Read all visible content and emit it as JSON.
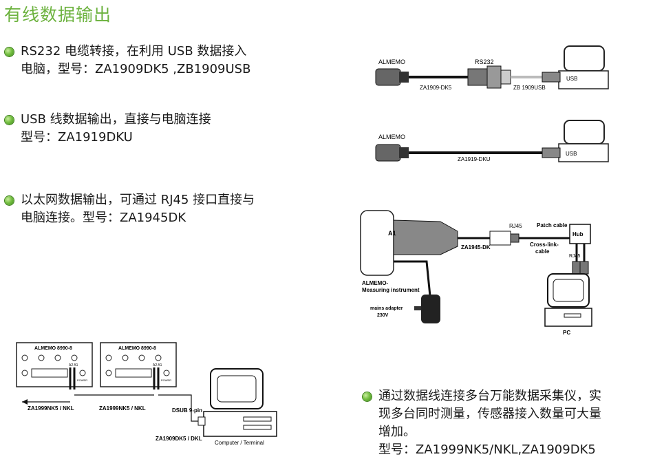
{
  "title": "有线数据输出",
  "items": [
    {
      "lines": [
        "RS232 电缆转接，在利用 USB 数据接入",
        "电脑，型号：ZA1909DK5 ,ZB1909USB"
      ]
    },
    {
      "lines": [
        "USB 线数据输出，直接与电脑连接",
        "型号：ZA1919DKU"
      ]
    },
    {
      "lines": [
        "以太网数据输出，可通过 RJ45 接口直接与",
        "电脑连接。型号：ZA1945DK"
      ]
    },
    {
      "lines": [
        "通过数据线连接多台万能数据采集仪，实",
        "现多台同时测量，传感器接入数量可大量",
        "增加。",
        "型号：ZA1999NK5/NKL,ZA1909DK5"
      ]
    }
  ],
  "fig1": {
    "almemo": "ALMEMO",
    "rs232": "RS232",
    "cable1": "ZA1909-DK5",
    "cable2": "ZB 1909USB",
    "usb": "USB"
  },
  "fig2": {
    "almemo": "ALMEMO",
    "cable": "ZA1919-DKU",
    "usb": "USB"
  },
  "fig3": {
    "a1": "A1",
    "cable": "ZA1945-DK",
    "rj45_top": "RJ45",
    "patch": "Patch cable",
    "hub": "Hub",
    "cross1": "Cross-link-",
    "cross2": "cable",
    "rj45_side": "RJ45",
    "instr1": "ALMEMO-",
    "instr2": "Measuring instrument",
    "adapter1": "mains adapter",
    "adapter2": "230V",
    "pc": "PC"
  },
  "fig4": {
    "dev1": "ALMEMO 8990-8",
    "dev2": "ALMEMO 8990-8",
    "port": "A2  A1",
    "power": "POWER",
    "cable1": "ZA1999NK5 / NKL",
    "cable2": "ZA1999NK5 / NKL",
    "dsub": "DSUB 9-pin",
    "cable3": "ZA1909DK5 / DKL",
    "computer": "Computer / Terminal"
  }
}
